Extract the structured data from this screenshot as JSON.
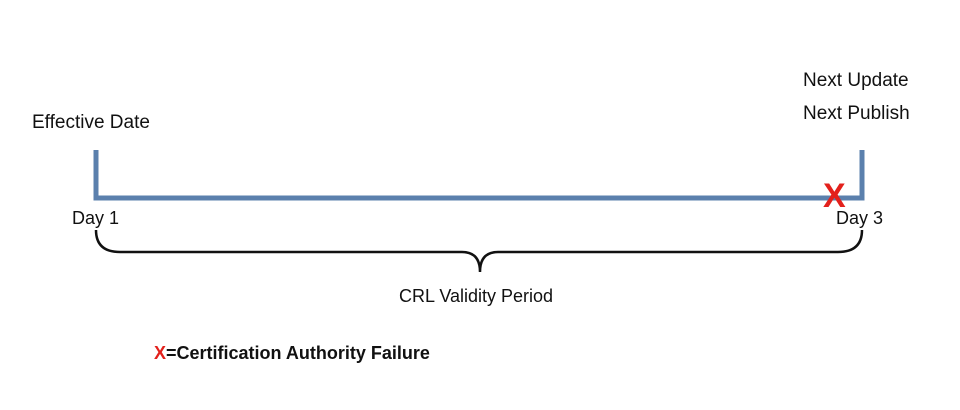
{
  "timeline": {
    "start_label": "Effective Date",
    "end_label_1": "Next Update",
    "end_label_2": "Next Publish",
    "start_day": "Day 1",
    "end_day": "Day 3",
    "period_label": "CRL Validity Period",
    "failure_marker": "X"
  },
  "legend": {
    "marker": "X",
    "text": "=Certification Authority Failure"
  },
  "colors": {
    "timeline_line": "#5b80ad",
    "bracket": "#111111",
    "failure": "#e3211c"
  }
}
